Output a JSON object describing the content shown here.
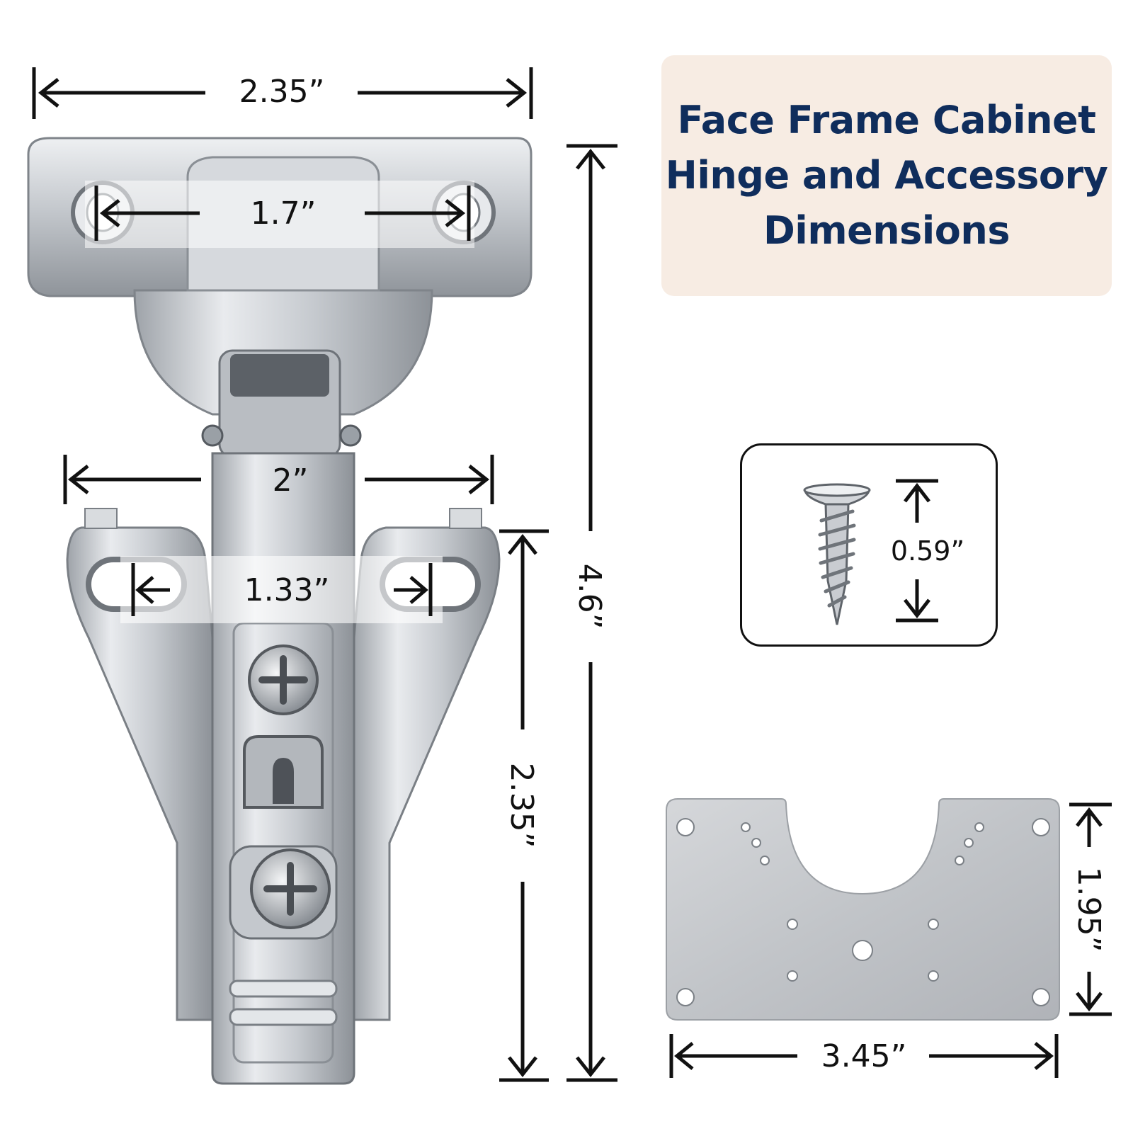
{
  "title": {
    "lines": [
      "Face Frame Cabinet",
      "Hinge and Accessory",
      "Dimensions"
    ]
  },
  "dimensions": {
    "hinge_top_width": "2.35”",
    "hinge_top_holes": "1.7”",
    "hinge_body_width": "2”",
    "hinge_plate_holes": "1.33”",
    "hinge_total_length": "4.6”",
    "hinge_arm_length": "2.35”",
    "screw_length": "0.59”",
    "plate_width": "3.45”",
    "plate_height": "1.95”"
  },
  "colors": {
    "title_text": "#0f2d5c",
    "title_background": "#f7ece3",
    "metal": "#c9ccd1",
    "ink": "#111111"
  },
  "icons": {
    "hinge": "concealed-cabinet-hinge-illustration",
    "screw": "wood-screw-icon",
    "plate": "hinge-repair-plate-illustration"
  }
}
